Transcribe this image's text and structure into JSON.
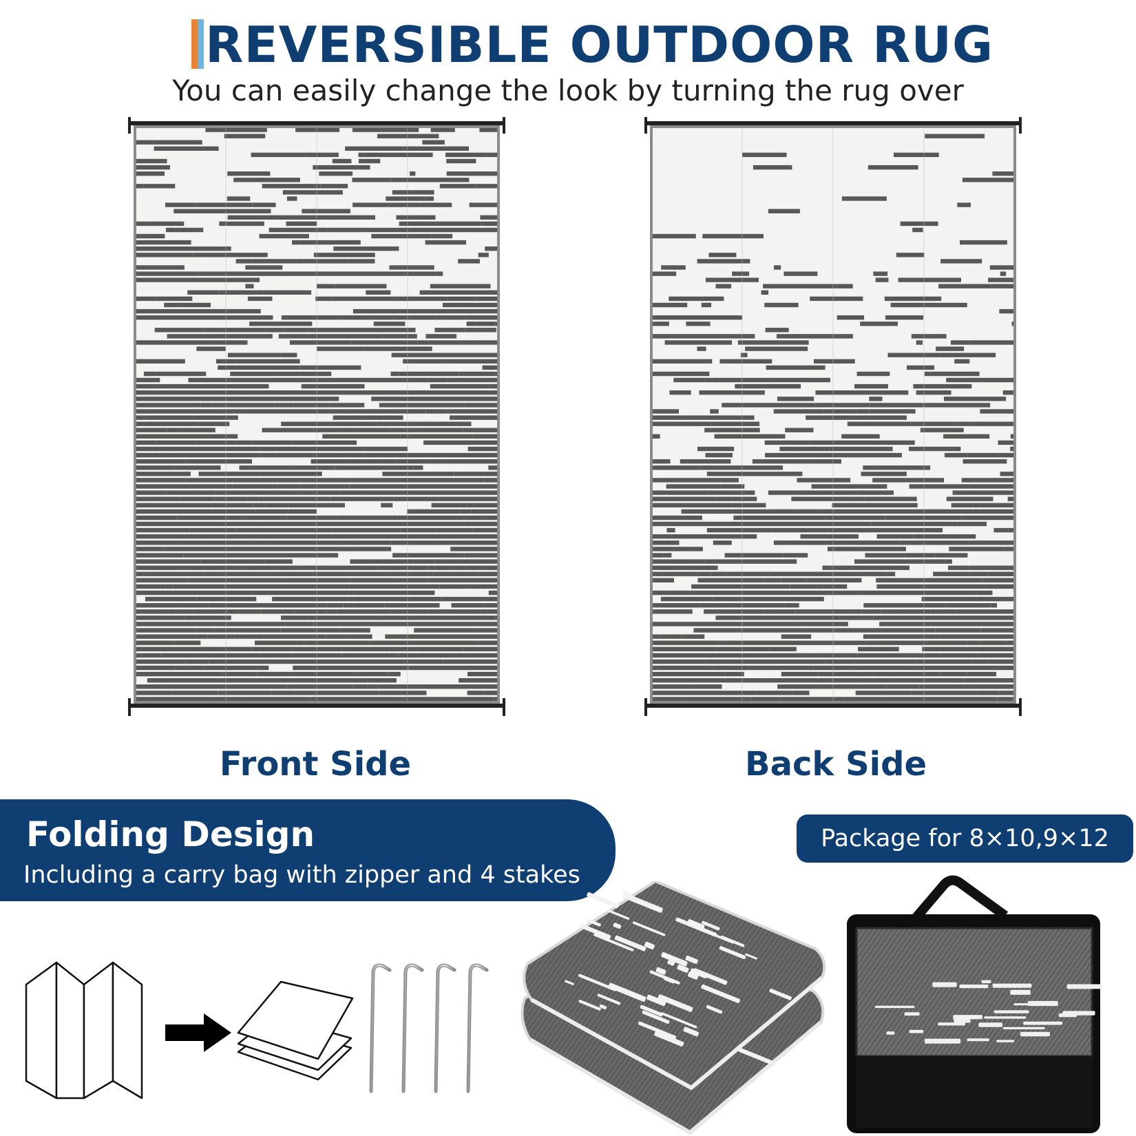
{
  "header": {
    "title": "REVERSIBLE OUTDOOR RUG",
    "subtitle": "You can easily change the look by turning the rug over"
  },
  "rugs": {
    "front_label": "Front Side",
    "back_label": "Back Side"
  },
  "folding": {
    "title": "Folding Design",
    "subtitle": "Including a carry bag with zipper and 4 stakes"
  },
  "package": {
    "label": "Package for 8×10,9×12"
  },
  "colors": {
    "brand_blue": "#0f3e73",
    "accent_orange": "#e8833a",
    "accent_light_blue": "#6fb5e3",
    "rug_dark": "#585858",
    "rug_light": "#f3f3f1"
  }
}
